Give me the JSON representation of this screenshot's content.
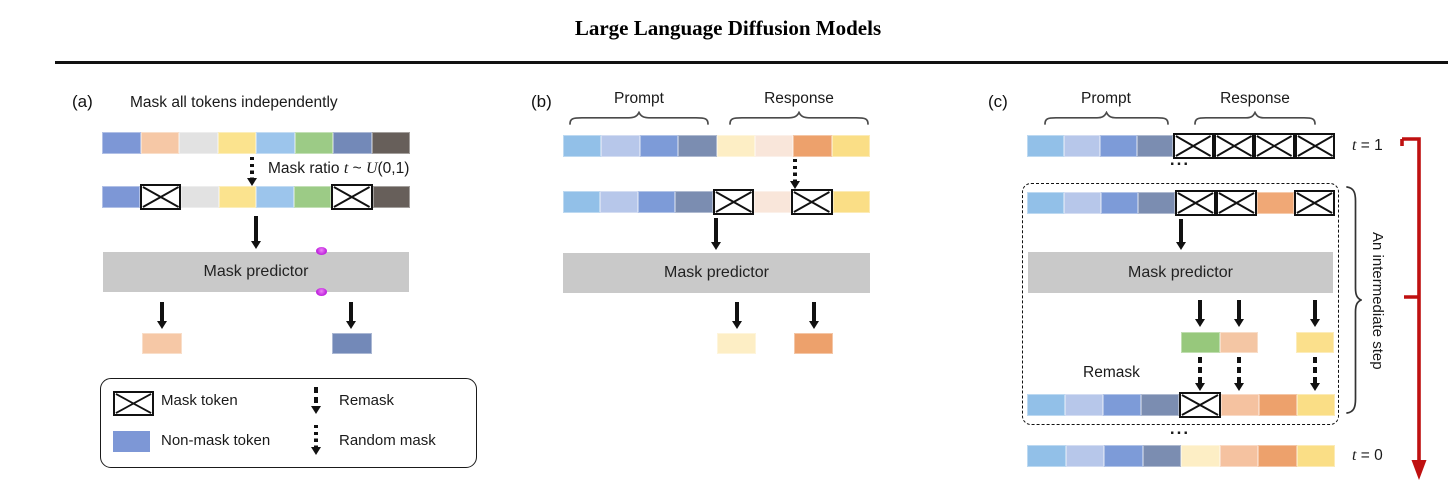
{
  "page_title": "Large Language Diffusion Models",
  "palette": {
    "blue": "#7d97d6",
    "peach": "#f6c8a6",
    "light_gray": "#e2e2e2",
    "yellow": "#fbe38e",
    "sky_blue": "#9cc5ec",
    "green": "#9ccb86",
    "slate": "#7389b8",
    "dark_gray": "#675f5a",
    "sky": "#92c0e8",
    "periwinkle": "#b7c7ea",
    "mid_blue": "#7d9bd8",
    "slate2": "#7b8db1",
    "cream": "#fdeec5",
    "pale_pink": "#f9e6da",
    "orange": "#eda16c",
    "yellow2": "#fade86",
    "orange_light": "#f0a876",
    "peach2": "#f5c2a0",
    "pred_green": "#97c87c",
    "pred_peach": "#f4c6a4",
    "pred_yellow": "#fbe08c",
    "timeline_red": "#bf1010",
    "predictor_gray": "#c9c9c9",
    "annotation_magenta": "#c32ae0"
  },
  "panel_a": {
    "label": "(a)",
    "heading": "Mask all tokens independently",
    "mask_ratio": {
      "prefix": "Mask ratio",
      "var": "t",
      "tilde": "~",
      "dist": "U",
      "args": "(0,1)"
    },
    "predictor_label": "Mask predictor",
    "row1": [
      "blue",
      "peach",
      "light_gray",
      "yellow",
      "sky_blue",
      "green",
      "slate",
      "dark_gray"
    ],
    "row2": [
      "blue",
      "mask",
      "light_gray",
      "yellow",
      "sky_blue",
      "green",
      "mask",
      "dark_gray"
    ],
    "out_left": [
      "peach"
    ],
    "out_right": [
      "slate"
    ]
  },
  "panel_b": {
    "label": "(b)",
    "prompt_label": "Prompt",
    "response_label": "Response",
    "predictor_label": "Mask predictor",
    "row1": [
      "sky",
      "periwinkle",
      "mid_blue",
      "slate2",
      "cream",
      "pale_pink",
      "orange",
      "yellow2"
    ],
    "row2": [
      "sky",
      "periwinkle",
      "mid_blue",
      "slate2",
      "mask",
      "pale_pink",
      "mask",
      "yellow2"
    ],
    "out_left": [
      "cream"
    ],
    "out_right": [
      "orange"
    ]
  },
  "panel_c": {
    "label": "(c)",
    "prompt_label": "Prompt",
    "response_label": "Response",
    "t_start": {
      "var": "t",
      "value": "= 1"
    },
    "t_end": {
      "var": "t",
      "value": "= 0"
    },
    "ellipsis_top": "...",
    "ellipsis_bottom": "...",
    "predictor_label": "Mask predictor",
    "remask_label": "Remask",
    "intermediate_label": "An intermediate step",
    "row1": [
      "sky",
      "periwinkle",
      "mid_blue",
      "slate2",
      "mask",
      "mask",
      "mask",
      "mask"
    ],
    "row2": [
      "sky",
      "periwinkle",
      "mid_blue",
      "slate2",
      "mask",
      "mask",
      "orange_light",
      "mask"
    ],
    "pred_left": [
      "pred_green",
      "pred_peach"
    ],
    "pred_right": [
      "pred_yellow"
    ],
    "row3": [
      "sky",
      "periwinkle",
      "mid_blue",
      "slate2",
      "mask",
      "peach2",
      "orange",
      "yellow2"
    ],
    "row4": [
      "sky",
      "periwinkle",
      "mid_blue",
      "slate2",
      "cream",
      "peach2",
      "orange",
      "yellow2"
    ]
  },
  "legend": {
    "mask_token": "Mask token",
    "non_mask_token": "Non-mask token",
    "remask": "Remask",
    "random_mask": "Random mask"
  }
}
